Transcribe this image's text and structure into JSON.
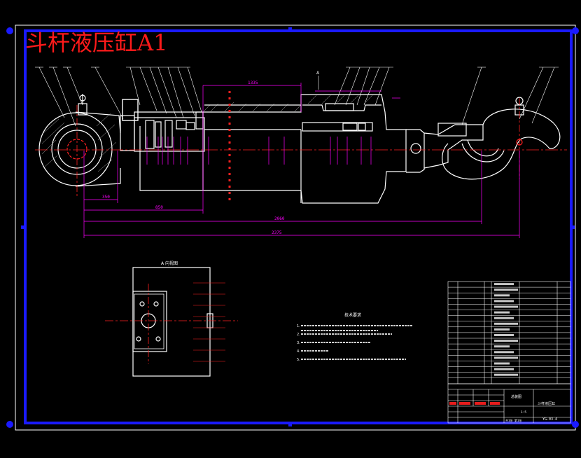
{
  "title": "斗杆液压缸A1",
  "colors": {
    "background": "#000000",
    "frame": "#1a1aff",
    "outline": "#ffffff",
    "dimension": "#ff00ff",
    "center": "#ff2020",
    "leader": "#ffffff",
    "title_red": "#ff1a1a",
    "hatch": "#b0b0b0"
  },
  "dimensions": {
    "stroke": "1335",
    "length_short": "350",
    "length_mid": "850",
    "length_long": "2060",
    "length_total": "2375"
  },
  "section_label": "A",
  "section_view_title": "A 向视图",
  "tech_notes": {
    "heading": "技术要求",
    "lines": [
      "1.",
      "2.",
      "3.",
      "4.",
      "5."
    ]
  },
  "title_block": {
    "drawing_no": "YG-03-4",
    "name": "斗杆液压缸",
    "material": "总装图",
    "scale": "1:5",
    "sheet": "共1张 第1张"
  }
}
